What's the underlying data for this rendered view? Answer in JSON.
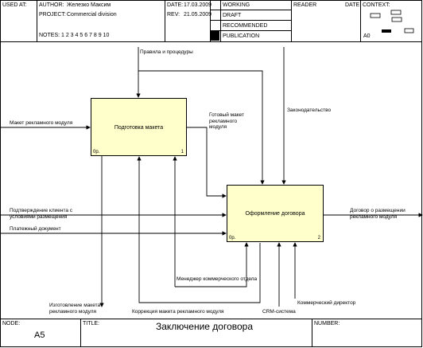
{
  "header": {
    "used_at": "USED AT:",
    "author_label": "AUTHOR:",
    "author": "Железко Максим",
    "project_label": "PROJECT:",
    "project": "Commercial division",
    "notes": "NOTES:  1  2  3  4  5  6  7  8  9  10",
    "date_label": "DATE:",
    "date": "17.03.2009",
    "rev_label": "REV:",
    "rev": "21.05.2009",
    "status": [
      "WORKING",
      "DRAFT",
      "RECOMMENDED",
      "PUBLICATION"
    ],
    "reader": "READER",
    "date2": "DATE",
    "context": "CONTEXT:",
    "node_ref": "A0"
  },
  "diagram": {
    "activities": [
      {
        "title": "Подготовка макета",
        "op": "0р.",
        "num": "1"
      },
      {
        "title": "Оформление договора",
        "op": "0р.",
        "num": "2"
      }
    ],
    "arrows": {
      "control_rules": "Правила и процедуры",
      "control_law": "Законодательство",
      "input_layout": "Макет рекламного модуля",
      "mid_ready": [
        "Готовый макет",
        "рекламного",
        "модуля"
      ],
      "input_confirm": [
        "Подтверждение клиента с",
        "условиями размещения"
      ],
      "input_payment": "Платежный документ",
      "output_contract": [
        "Договор о размещении",
        "рекламного модуля"
      ],
      "mech_manager": "Менеджер коммерческого отдела",
      "out_manufacture": [
        "Изготовление макета",
        "рекламного модуля"
      ],
      "correction": "Коррекция макета рекламного модуля",
      "mech_crm": "CRM-система",
      "mech_director": "Коммерческий директор"
    }
  },
  "footer": {
    "node_label": "NODE:",
    "node": "A5",
    "title_label": "TITLE:",
    "title": "Заключение  договора",
    "number_label": "NUMBER:"
  }
}
